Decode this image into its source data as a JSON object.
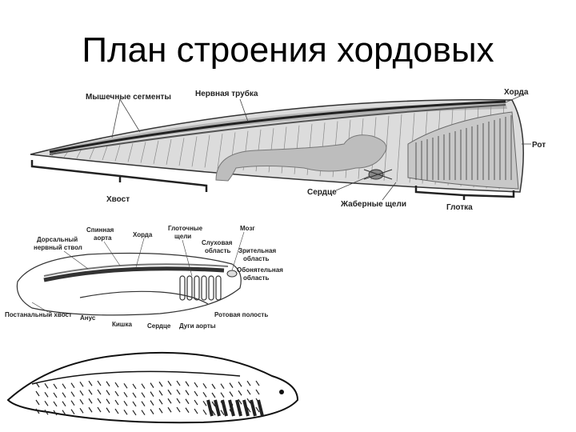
{
  "title": "План строения хордовых",
  "top_diagram": {
    "labels": {
      "muscle_segments": "Мышечные сегменты",
      "neural_tube": "Нервная трубка",
      "notochord": "Хорда",
      "mouth": "Рот",
      "tail": "Хвост",
      "heart": "Сердце",
      "gill_slits": "Жаберные щели",
      "pharynx": "Глотка"
    }
  },
  "middle_diagram": {
    "labels": {
      "spinal_aorta_1": "Спинная",
      "spinal_aorta_2": "аорта",
      "dorsal_cord_1": "Дорсальный",
      "dorsal_cord_2": "нервный ствол",
      "notochord": "Хорда",
      "pharyngeal_slits_1": "Глоточные",
      "pharyngeal_slits_2": "щели",
      "brain": "Мозг",
      "auditory_1": "Слуховая",
      "auditory_2": "область",
      "visual_1": "Зрительная",
      "visual_2": "область",
      "olfactory_1": "Обонятельная",
      "olfactory_2": "область",
      "postanal_tail": "Постанальный хвост",
      "anus": "Анус",
      "gut": "Кишка",
      "heart": "Сердце",
      "aortic_arches": "Дуги аорты",
      "oral_cavity": "Ротовая полость"
    }
  }
}
